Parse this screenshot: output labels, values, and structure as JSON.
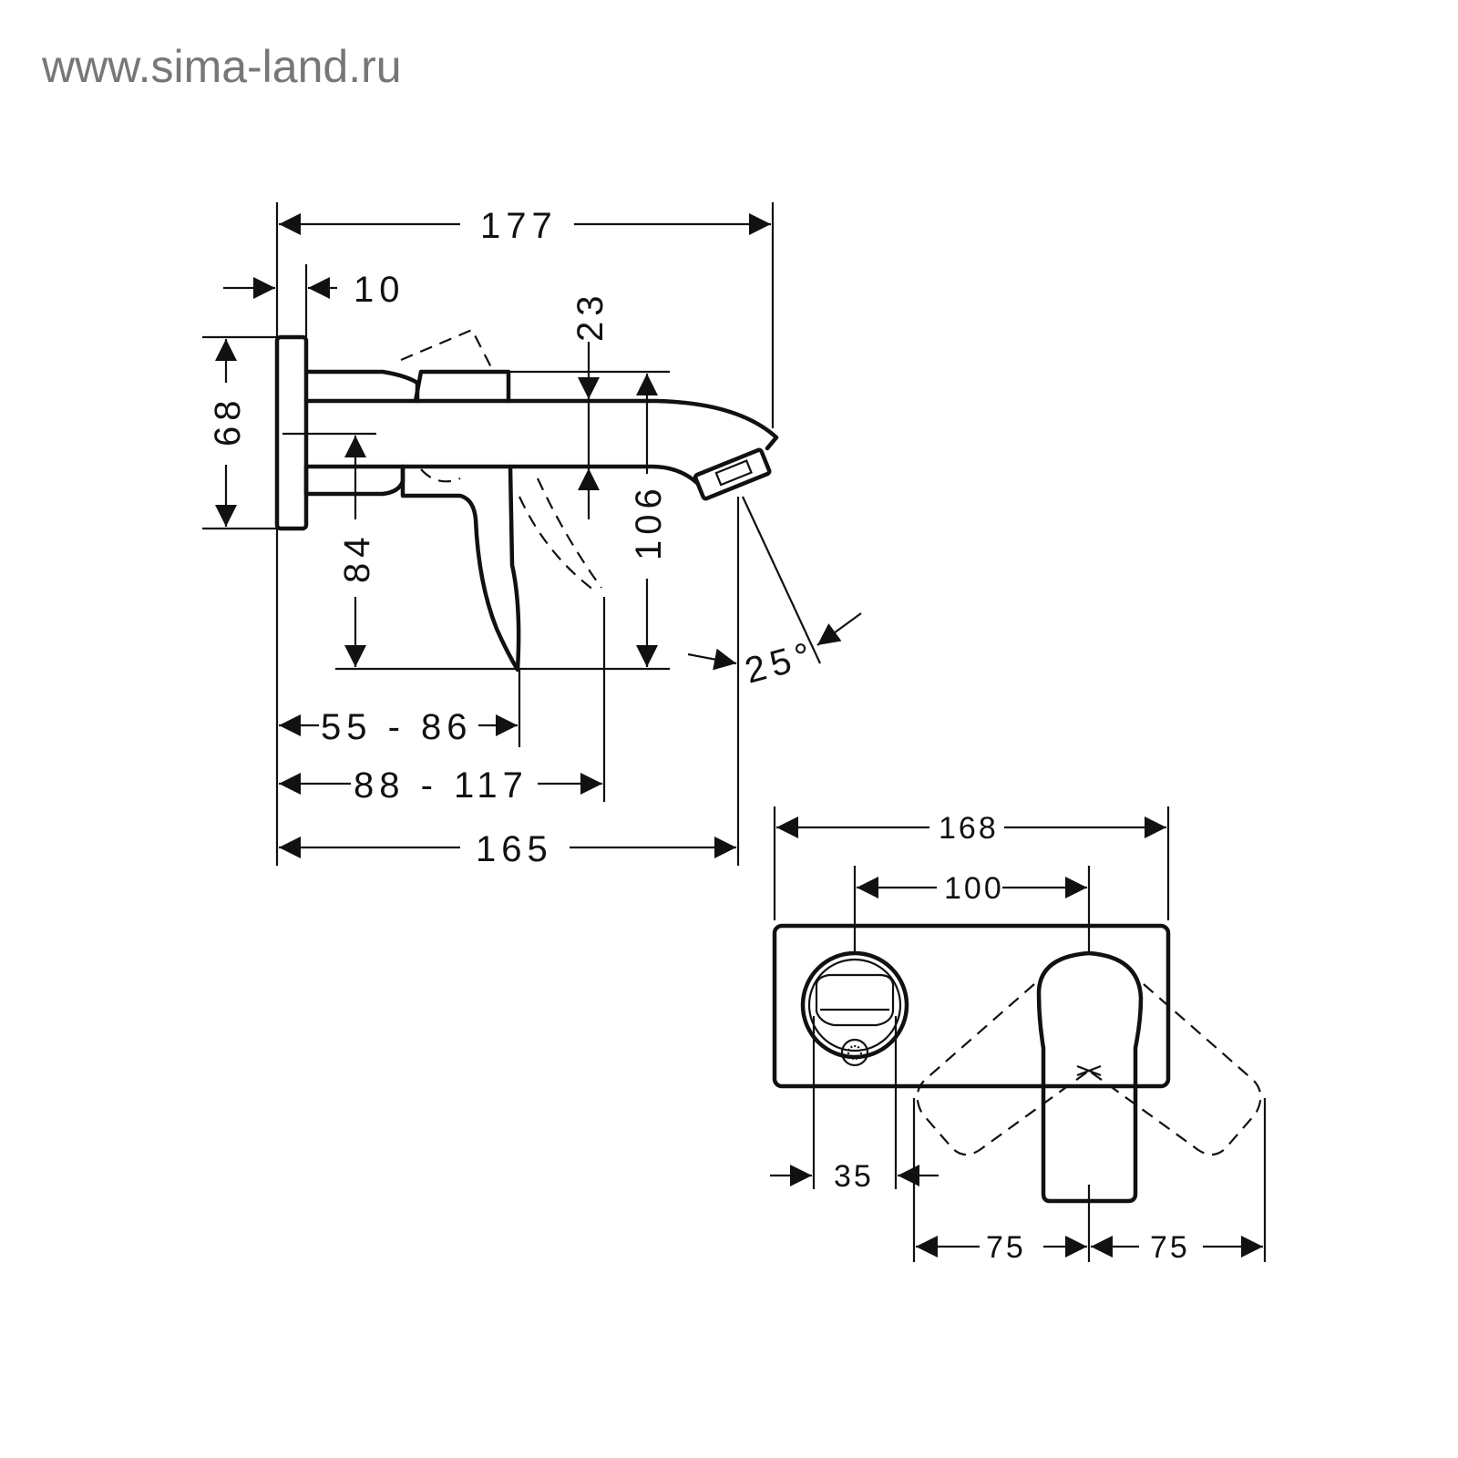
{
  "watermark": "www.sima-land.ru",
  "side_view": {
    "overall_length": "177",
    "plate_depth": "10",
    "spout_offset": "23",
    "plate_height": "68",
    "lever_height": "84",
    "spout_height": "106",
    "angle": "25°",
    "lever_reach": "55 - 86",
    "lever_swing_reach": "88 - 117",
    "spout_reach": "165"
  },
  "front_view": {
    "plate_width": "168",
    "center_distance": "100",
    "spout_diameter": "35",
    "swing_left": "75",
    "swing_right": "75"
  }
}
